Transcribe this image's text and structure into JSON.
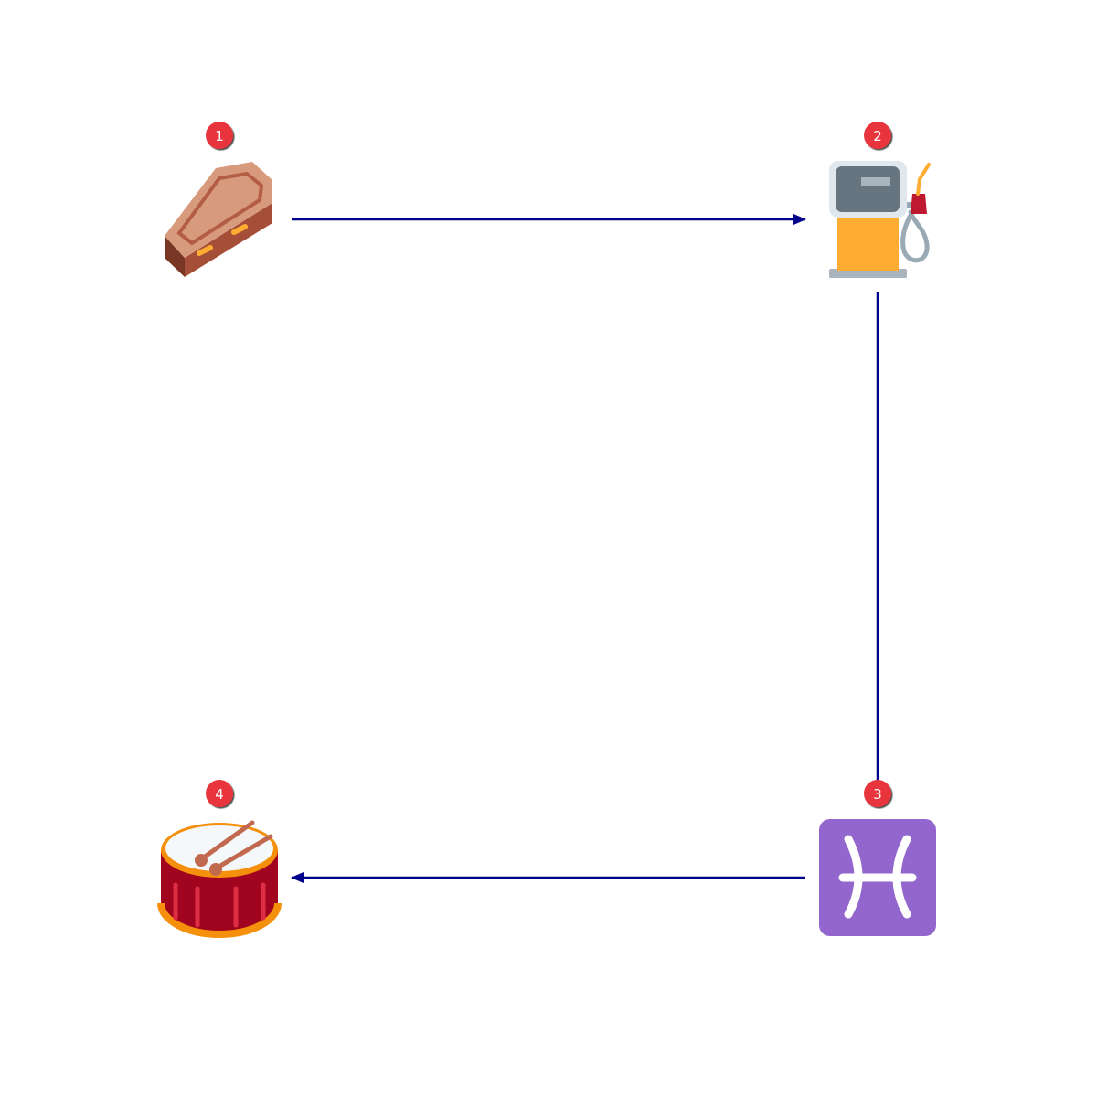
{
  "diagram": {
    "nodes": [
      {
        "id": "1",
        "badge": "1",
        "icon": "coffin-icon"
      },
      {
        "id": "2",
        "badge": "2",
        "icon": "fuel-pump-icon"
      },
      {
        "id": "3",
        "badge": "3",
        "icon": "pisces-icon"
      },
      {
        "id": "4",
        "badge": "4",
        "icon": "drum-icon"
      }
    ],
    "edges": [
      {
        "from": "1",
        "to": "2",
        "arrow": "end"
      },
      {
        "from": "2",
        "to": "3",
        "arrow": "none"
      },
      {
        "from": "3",
        "to": "4",
        "arrow": "end"
      }
    ],
    "colors": {
      "edge": "#00008b",
      "badge": "#e8363d",
      "pisces_bg": "#9266cc"
    }
  }
}
